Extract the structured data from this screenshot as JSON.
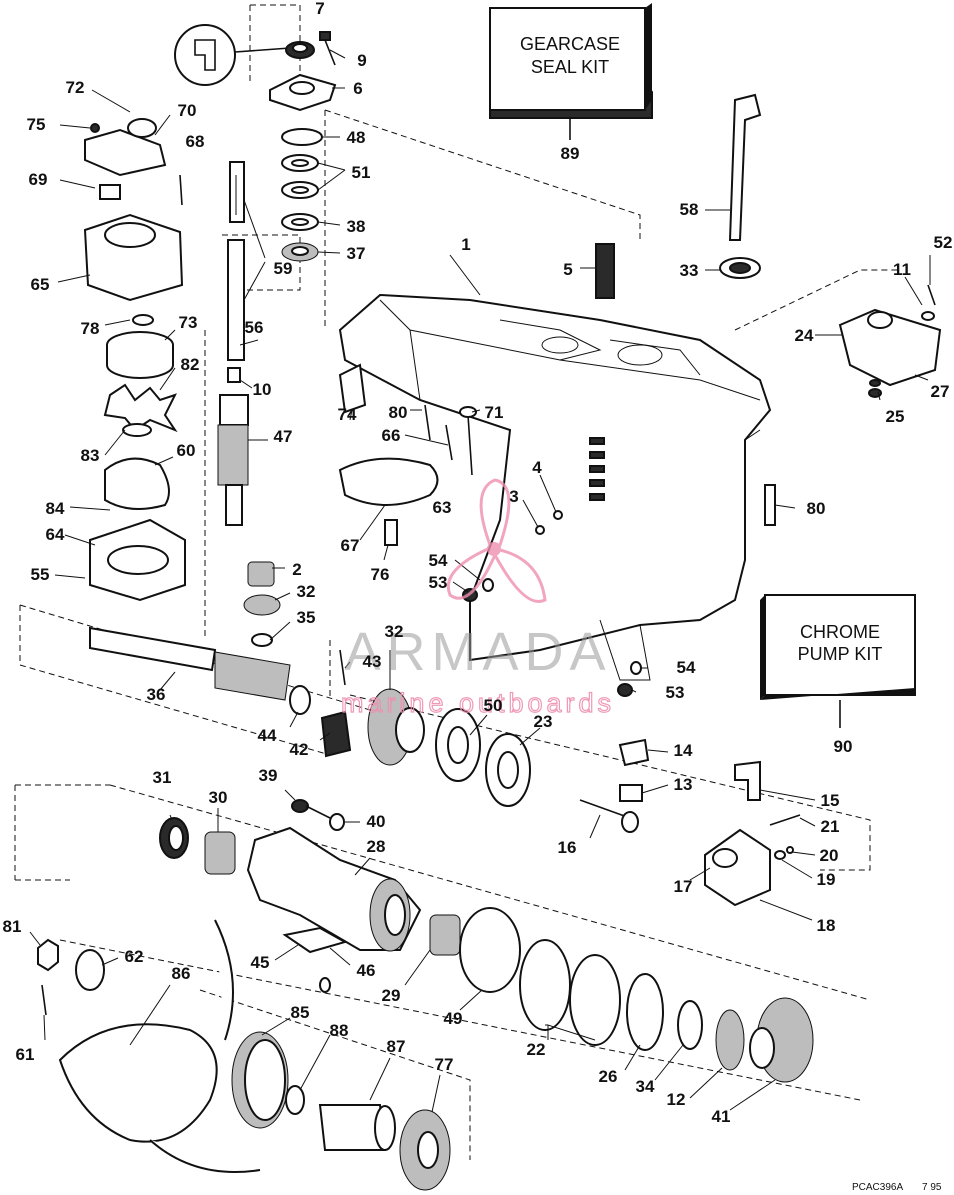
{
  "kits": {
    "gearcase": {
      "line1": "GEARCASE",
      "line2": "SEAL KIT",
      "number": "89"
    },
    "chrome": {
      "line1": "CHROME",
      "line2": "PUMP KIT",
      "number": "90"
    }
  },
  "watermark": {
    "main": "ARMADA",
    "sub": "marine outboards"
  },
  "drawing_ref": {
    "code": "PCAC396A",
    "date": "7 95"
  },
  "callouts": {
    "c7": "7",
    "c9": "9",
    "c6": "6",
    "c48": "48",
    "c51": "51",
    "c38": "38",
    "c37": "37",
    "c59": "59",
    "c72": "72",
    "c70": "70",
    "c75": "75",
    "c68": "68",
    "c69": "69",
    "c65": "65",
    "c78": "78",
    "c73": "73",
    "c82": "82",
    "c83": "83",
    "c60": "60",
    "c84": "84",
    "c64": "64",
    "c55": "55",
    "c56": "56",
    "c10": "10",
    "c47": "47",
    "c2": "2",
    "c32a": "32",
    "c35": "35",
    "c36": "36",
    "c1": "1",
    "c5": "5",
    "c58": "58",
    "c33": "33",
    "c52": "52",
    "c11": "11",
    "c24": "24",
    "c25": "25",
    "c27": "27",
    "c74": "74",
    "c80a": "80",
    "c66": "66",
    "c71": "71",
    "c4": "4",
    "c3": "3",
    "c63": "63",
    "c80b": "80",
    "c67": "67",
    "c76": "76",
    "c54a": "54",
    "c53a": "53",
    "c32b": "32",
    "c43": "43",
    "c54b": "54",
    "c53b": "53",
    "c50": "50",
    "c23": "23",
    "c44": "44",
    "c42": "42",
    "c14": "14",
    "c13": "13",
    "c15": "15",
    "c21": "21",
    "c16": "16",
    "c20": "20",
    "c19": "19",
    "c17": "17",
    "c18": "18",
    "c31": "31",
    "c30": "30",
    "c39": "39",
    "c40": "40",
    "c28": "28",
    "c81": "81",
    "c62": "62",
    "c45": "45",
    "c46": "46",
    "c29": "29",
    "c49": "49",
    "c22": "22",
    "c26": "26",
    "c34": "34",
    "c12": "12",
    "c41": "41",
    "c86": "86",
    "c85": "85",
    "c88": "88",
    "c87": "87",
    "c77": "77",
    "c61": "61"
  },
  "colors": {
    "ink": "#111111",
    "watermark_pink": "#ee8fb0",
    "watermark_gray": "#9a9a9a"
  }
}
